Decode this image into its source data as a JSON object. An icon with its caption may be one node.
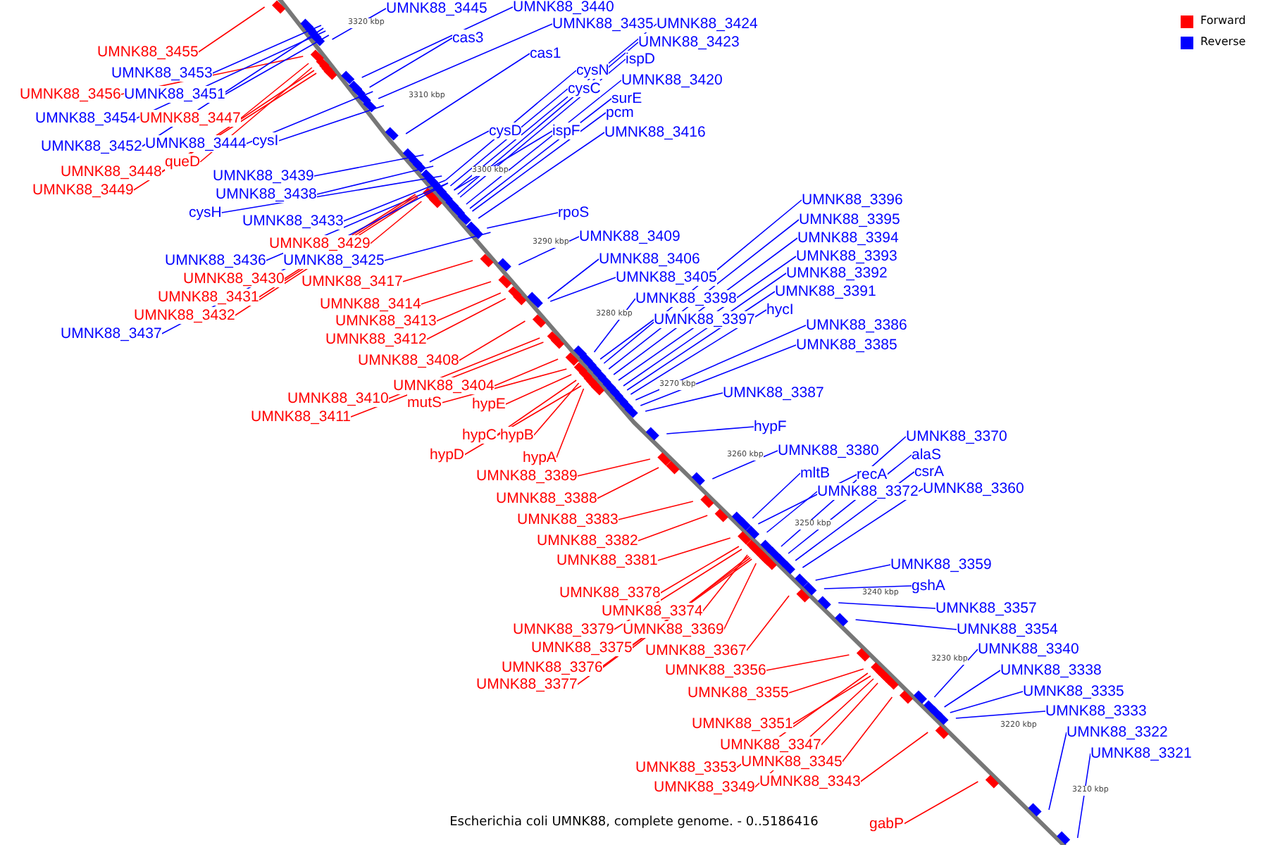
{
  "diagram": {
    "caption": "Escherichia coli UMNK88, complete genome. - 0..5186416",
    "nodes": [
      {
        "text": [
          "UMNK88_3445"
        ]
      },
      {
        "text": [
          "UMNK88_3440"
        ]
      },
      {
        "text": [
          "UMNK88_3435"
        ]
      },
      {
        "text": [
          "UMNK88_3424"
        ]
      },
      {
        "text": [
          "cas3"
        ]
      },
      {
        "text": [
          "UMNK88_3423"
        ]
      },
      {
        "text": [
          "UMNK88_3455"
        ]
      },
      {
        "text": [
          "cas1"
        ]
      },
      {
        "text": [
          "ispD"
        ]
      },
      {
        "text": [
          "cysN"
        ]
      },
      {
        "text": [
          "UMNK88_3453"
        ]
      },
      {
        "text": [
          "UMNK88_3420"
        ]
      },
      {
        "text": [
          "cysC"
        ]
      },
      {
        "text": [
          "UMNK88_3456"
        ]
      },
      {
        "text": [
          "UMNK88_3451"
        ]
      },
      {
        "text": [
          "surE"
        ]
      },
      {
        "text": [
          "pcm"
        ]
      },
      {
        "text": [
          "UMNK88_3454"
        ]
      },
      {
        "text": [
          "UMNK88_3447"
        ]
      },
      {
        "text": [
          "cysD"
        ]
      },
      {
        "text": [
          "ispF"
        ]
      },
      {
        "text": [
          "UMNK88_3416"
        ]
      },
      {
        "text": [
          "UMNK88_3452"
        ]
      },
      {
        "text": [
          "UMNK88_3444"
        ]
      },
      {
        "text": [
          "cysI"
        ]
      },
      {
        "text": [
          "queD"
        ]
      },
      {
        "text": [
          "UMNK88_3448"
        ]
      },
      {
        "text": [
          "UMNK88_3439"
        ]
      },
      {
        "text": [
          "UMNK88_3449"
        ]
      },
      {
        "text": [
          "UMNK88_3438"
        ]
      },
      {
        "text": [
          "UMNK88_3396"
        ]
      },
      {
        "text": [
          "cysH"
        ]
      },
      {
        "text": [
          "rpoS"
        ]
      },
      {
        "text": [
          "UMNK88_3395"
        ]
      },
      {
        "text": [
          "UMNK88_3433"
        ]
      },
      {
        "text": [
          "UMNK88_3409"
        ]
      },
      {
        "text": [
          "UMNK88_3394"
        ]
      },
      {
        "text": [
          "UMNK88_3429"
        ]
      },
      {
        "text": [
          "UMNK88_3393"
        ]
      },
      {
        "text": [
          "UMNK88_3406"
        ]
      },
      {
        "text": [
          "UMNK88_3436"
        ]
      },
      {
        "text": [
          "UMNK88_3425"
        ]
      },
      {
        "text": [
          "UMNK88_3392"
        ]
      },
      {
        "text": [
          "UMNK88_3405"
        ]
      },
      {
        "text": [
          "UMNK88_3430"
        ]
      },
      {
        "text": [
          "UMNK88_3417"
        ]
      },
      {
        "text": [
          "UMNK88_3391"
        ]
      },
      {
        "text": [
          "UMNK88_3431"
        ]
      },
      {
        "text": [
          "UMNK88_3398"
        ]
      },
      {
        "text": [
          "UMNK88_3414"
        ]
      },
      {
        "text": [
          "hycI"
        ]
      },
      {
        "text": [
          "UMNK88_3432"
        ]
      },
      {
        "text": [
          "UMNK88_3397"
        ]
      },
      {
        "text": [
          "UMNK88_3413"
        ]
      },
      {
        "text": [
          "UMNK88_3386"
        ]
      },
      {
        "text": [
          "UMNK88_3437"
        ]
      },
      {
        "text": [
          "UMNK88_3412"
        ]
      },
      {
        "text": [
          "UMNK88_3385"
        ]
      },
      {
        "text": [
          "UMNK88_3408"
        ]
      },
      {
        "text": [
          "UMNK88_3404"
        ]
      },
      {
        "text": [
          "UMNK88_3387"
        ]
      },
      {
        "text": [
          "UMNK88_3410"
        ]
      },
      {
        "text": [
          "mutS"
        ]
      },
      {
        "text": [
          "hypE"
        ]
      },
      {
        "text": [
          "UMNK88_3411"
        ]
      },
      {
        "text": [
          "hypF"
        ]
      },
      {
        "text": [
          "hypC"
        ]
      },
      {
        "text": [
          "hypB"
        ]
      },
      {
        "text": [
          "UMNK88_3370"
        ]
      },
      {
        "text": [
          "UMNK88_3380"
        ]
      },
      {
        "text": [
          "hypD"
        ]
      },
      {
        "text": [
          "hypA"
        ]
      },
      {
        "text": [
          "alaS"
        ]
      },
      {
        "text": [
          "mltB"
        ]
      },
      {
        "text": [
          "recA"
        ]
      },
      {
        "text": [
          "csrA"
        ]
      },
      {
        "text": [
          "UMNK88_3389"
        ]
      },
      {
        "text": [
          "UMNK88_3360"
        ]
      },
      {
        "text": [
          "UMNK88_3372"
        ]
      },
      {
        "text": [
          "UMNK88_3388"
        ]
      },
      {
        "text": [
          "UMNK88_3383"
        ]
      },
      {
        "text": [
          "UMNK88_3382"
        ]
      },
      {
        "text": [
          "UMNK88_3381"
        ]
      },
      {
        "text": [
          "UMNK88_3359"
        ]
      },
      {
        "text": [
          "gshA"
        ]
      },
      {
        "text": [
          "UMNK88_3378"
        ]
      },
      {
        "text": [
          "UMNK88_3357"
        ]
      },
      {
        "text": [
          "UMNK88_3374"
        ]
      },
      {
        "text": [
          "UMNK88_3379"
        ]
      },
      {
        "text": [
          "UMNK88_3369"
        ]
      },
      {
        "text": [
          "UMNK88_3354"
        ]
      },
      {
        "text": [
          "UMNK88_3375"
        ]
      },
      {
        "text": [
          "UMNK88_3340"
        ]
      },
      {
        "text": [
          "UMNK88_3367"
        ]
      },
      {
        "text": [
          "UMNK88_3376"
        ]
      },
      {
        "text": [
          "UMNK88_3338"
        ]
      },
      {
        "text": [
          "UMNK88_3356"
        ]
      },
      {
        "text": [
          "UMNK88_3377"
        ]
      },
      {
        "text": [
          "UMNK88_3355"
        ]
      },
      {
        "text": [
          "UMNK88_3335"
        ]
      },
      {
        "text": [
          "UMNK88_3333"
        ]
      },
      {
        "text": [
          "UMNK88_3351"
        ]
      },
      {
        "text": [
          "UMNK88_3322"
        ]
      },
      {
        "text": [
          "UMNK88_3347"
        ]
      },
      {
        "text": [
          "UMNK88_3321"
        ]
      },
      {
        "text": [
          "UMNK88_3345"
        ]
      },
      {
        "text": [
          "UMNK88_3353"
        ]
      },
      {
        "text": [
          "UMNK88_3343"
        ]
      },
      {
        "text": [
          "UMNK88_3349"
        ]
      },
      {
        "text": [
          "gabP"
        ]
      }
    ],
    "edges": [
      {
        "from": 0,
        "to": null,
        "arrow": "none"
      },
      {
        "from": 1,
        "to": null,
        "arrow": "none"
      },
      {
        "from": 2,
        "to": null,
        "arrow": "none"
      },
      {
        "from": 3,
        "to": null,
        "arrow": "none"
      },
      {
        "from": 4,
        "to": null,
        "arrow": "none"
      },
      {
        "from": 5,
        "to": null,
        "arrow": "none"
      },
      {
        "from": 6,
        "to": null,
        "arrow": "none",
        "color": "#ff0000"
      },
      {
        "from": 7,
        "to": null,
        "arrow": "none"
      },
      {
        "from": 8,
        "to": null,
        "arrow": "none"
      },
      {
        "from": 9,
        "to": null,
        "arrow": "none"
      },
      {
        "from": 10,
        "to": null,
        "arrow": "none"
      },
      {
        "from": 11,
        "to": null,
        "arrow": "none"
      },
      {
        "from": 12,
        "to": null,
        "arrow": "none"
      },
      {
        "from": 13,
        "to": null,
        "arrow": "none",
        "color": "#ff0000"
      },
      {
        "from": 14,
        "to": null,
        "arrow": "none"
      },
      {
        "from": 15,
        "to": null,
        "arrow": "none"
      },
      {
        "from": 16,
        "to": null,
        "arrow": "none"
      },
      {
        "from": 17,
        "to": null,
        "arrow": "none"
      },
      {
        "from": 18,
        "to": null,
        "arrow": "none",
        "color": "#ff0000"
      },
      {
        "from": 19,
        "to": null,
        "arrow": "none"
      },
      {
        "from": 20,
        "to": null,
        "arrow": "none"
      },
      {
        "from": 21,
        "to": null,
        "arrow": "none"
      },
      {
        "from": 22,
        "to": null,
        "arrow": "none"
      },
      {
        "from": 23,
        "to": null,
        "arrow": "none"
      },
      {
        "from": 24,
        "to": null,
        "arrow": "none"
      },
      {
        "from": 25,
        "to": null,
        "arrow": "none",
        "color": "#ff0000"
      },
      {
        "from": 26,
        "to": null,
        "arrow": "none",
        "color": "#ff0000"
      },
      {
        "from": 27,
        "to": null,
        "arrow": "none"
      },
      {
        "from": 28,
        "to": null,
        "arrow": "none",
        "color": "#ff0000"
      },
      {
        "from": 29,
        "to": null,
        "arrow": "none"
      },
      {
        "from": 30,
        "to": null,
        "arrow": "none"
      },
      {
        "from": 31,
        "to": null,
        "arrow": "none"
      },
      {
        "from": 32,
        "to": null,
        "arrow": "none"
      },
      {
        "from": 33,
        "to": null,
        "arrow": "none"
      },
      {
        "from": 34,
        "to": null,
        "arrow": "none"
      },
      {
        "from": 35,
        "to": null,
        "arrow": "none"
      },
      {
        "from": 36,
        "to": null,
        "arrow": "none"
      },
      {
        "from": 37,
        "to": null,
        "arrow": "none",
        "color": "#ff0000"
      },
      {
        "from": 38,
        "to": null,
        "arrow": "none"
      },
      {
        "from": 39,
        "to": null,
        "arrow": "none"
      },
      {
        "from": 40,
        "to": null,
        "arrow": "none"
      },
      {
        "from": 41,
        "to": null,
        "arrow": "none"
      },
      {
        "from": 42,
        "to": null,
        "arrow": "none"
      },
      {
        "from": 43,
        "to": null,
        "arrow": "none"
      },
      {
        "from": 44,
        "to": null,
        "arrow": "none",
        "color": "#ff0000"
      },
      {
        "from": 45,
        "to": null,
        "arrow": "none",
        "color": "#ff0000"
      },
      {
        "from": 46,
        "to": null,
        "arrow": "none"
      },
      {
        "from": 47,
        "to": null,
        "arrow": "none",
        "color": "#ff0000"
      },
      {
        "from": 48,
        "to": null,
        "arrow": "none"
      },
      {
        "from": 49,
        "to": null,
        "arrow": "none",
        "color": "#ff0000"
      },
      {
        "from": 50,
        "to": null,
        "arrow": "none"
      },
      {
        "from": 51,
        "to": null,
        "arrow": "none",
        "color": "#ff0000"
      },
      {
        "from": 52,
        "to": null,
        "arrow": "none"
      },
      {
        "from": 53,
        "to": null,
        "arrow": "none",
        "color": "#ff0000"
      },
      {
        "from": 54,
        "to": null,
        "arrow": "none"
      },
      {
        "from": 55,
        "to": null,
        "arrow": "none"
      },
      {
        "from": 56,
        "to": null,
        "arrow": "none",
        "color": "#ff0000"
      },
      {
        "from": 57,
        "to": null,
        "arrow": "none"
      },
      {
        "from": 58,
        "to": null,
        "arrow": "none",
        "color": "#ff0000"
      },
      {
        "from": 59,
        "to": null,
        "arrow": "none",
        "color": "#ff0000"
      },
      {
        "from": 60,
        "to": null,
        "arrow": "none"
      },
      {
        "from": 61,
        "to": null,
        "arrow": "none",
        "color": "#ff0000"
      },
      {
        "from": 62,
        "to": null,
        "arrow": "none",
        "color": "#ff0000"
      },
      {
        "from": 63,
        "to": null,
        "arrow": "none",
        "color": "#ff0000"
      },
      {
        "from": 64,
        "to": null,
        "arrow": "none",
        "color": "#ff0000"
      },
      {
        "from": 65,
        "to": null,
        "arrow": "none"
      },
      {
        "from": 66,
        "to": null,
        "arrow": "none",
        "color": "#ff0000"
      },
      {
        "from": 67,
        "to": null,
        "arrow": "none",
        "color": "#ff0000"
      },
      {
        "from": 68,
        "to": null,
        "arrow": "none"
      },
      {
        "from": 69,
        "to": null,
        "arrow": "none"
      },
      {
        "from": 70,
        "to": null,
        "arrow": "none",
        "color": "#ff0000"
      },
      {
        "from": 71,
        "to": null,
        "arrow": "none",
        "color": "#ff0000"
      },
      {
        "from": 72,
        "to": null,
        "arrow": "none"
      },
      {
        "from": 73,
        "to": null,
        "arrow": "none"
      },
      {
        "from": 74,
        "to": null,
        "arrow": "none"
      },
      {
        "from": 75,
        "to": null,
        "arrow": "none"
      },
      {
        "from": 76,
        "to": null,
        "arrow": "none",
        "color": "#ff0000"
      },
      {
        "from": 77,
        "to": null,
        "arrow": "none"
      },
      {
        "from": 78,
        "to": null,
        "arrow": "none"
      },
      {
        "from": 79,
        "to": null,
        "arrow": "none",
        "color": "#ff0000"
      },
      {
        "from": 80,
        "to": null,
        "arrow": "none",
        "color": "#ff0000"
      },
      {
        "from": 81,
        "to": null,
        "arrow": "none",
        "color": "#ff0000"
      },
      {
        "from": 82,
        "to": null,
        "arrow": "none",
        "color": "#ff0000"
      },
      {
        "from": 83,
        "to": null,
        "arrow": "none"
      },
      {
        "from": 84,
        "to": null,
        "arrow": "none"
      },
      {
        "from": 85,
        "to": null,
        "arrow": "none",
        "color": "#ff0000"
      },
      {
        "from": 86,
        "to": null,
        "arrow": "none"
      },
      {
        "from": 87,
        "to": null,
        "arrow": "none",
        "color": "#ff0000"
      },
      {
        "from": 88,
        "to": null,
        "arrow": "none",
        "color": "#ff0000"
      },
      {
        "from": 89,
        "to": null,
        "arrow": "none",
        "color": "#ff0000"
      },
      {
        "from": 90,
        "to": null,
        "arrow": "none"
      },
      {
        "from": 91,
        "to": null,
        "arrow": "none",
        "color": "#ff0000"
      },
      {
        "from": 92,
        "to": null,
        "arrow": "none"
      },
      {
        "from": 93,
        "to": null,
        "arrow": "none",
        "color": "#ff0000"
      },
      {
        "from": 94,
        "to": null,
        "arrow": "none",
        "color": "#ff0000"
      },
      {
        "from": 95,
        "to": null,
        "arrow": "none"
      },
      {
        "from": 96,
        "to": null,
        "arrow": "none",
        "color": "#ff0000"
      },
      {
        "from": 97,
        "to": null,
        "arrow": "none",
        "color": "#ff0000"
      },
      {
        "from": 98,
        "to": null,
        "arrow": "none",
        "color": "#ff0000"
      },
      {
        "from": 99,
        "to": null,
        "arrow": "none"
      },
      {
        "from": 100,
        "to": null,
        "arrow": "none"
      },
      {
        "from": 101,
        "to": null,
        "arrow": "none",
        "color": "#ff0000"
      },
      {
        "from": 102,
        "to": null,
        "arrow": "none"
      },
      {
        "from": 103,
        "to": null,
        "arrow": "none",
        "color": "#ff0000"
      },
      {
        "from": 104,
        "to": null,
        "arrow": "none"
      },
      {
        "from": 105,
        "to": null,
        "arrow": "none",
        "color": "#ff0000"
      },
      {
        "from": 106,
        "to": null,
        "arrow": "none",
        "color": "#ff0000"
      },
      {
        "from": 107,
        "to": null,
        "arrow": "none",
        "color": "#ff0000"
      },
      {
        "from": 108,
        "to": null,
        "arrow": "none",
        "color": "#ff0000"
      },
      {
        "from": 109,
        "to": null,
        "arrow": "none",
        "color": "#ff0000"
      }
    ],
    "labels": [
      "3320 kbp",
      "3310 kbp",
      "3300 kbp",
      "3290 kbp",
      "3280 kbp",
      "3270 kbp",
      "3260 kbp",
      "3250 kbp",
      "3240 kbp",
      "3230 kbp",
      "3220 kbp",
      "3210 kbp"
    ],
    "legend": [
      {
        "text": "Forward",
        "color": "#ff0000"
      },
      {
        "text": "Reverse",
        "color": "#0000ff"
      }
    ]
  }
}
